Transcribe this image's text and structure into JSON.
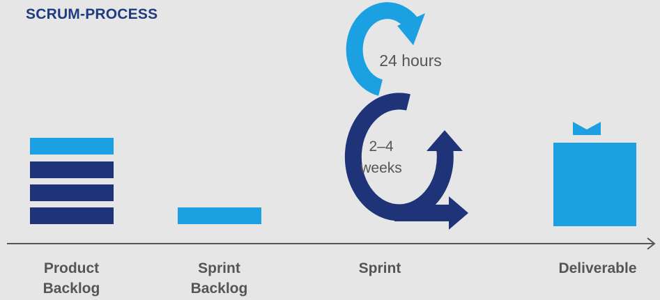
{
  "title": "SCRUM-PROCESS",
  "colors": {
    "light_blue": "#1ba1e2",
    "dark_blue": "#1f3478",
    "text_gray": "#555555",
    "background": "#e6e6e6"
  },
  "daily_cycle_label": "24 hours",
  "sprint_cycle_label": "2–4\nweeks",
  "stages": [
    {
      "label": "Product\nBacklog",
      "icon": "stacked-bars-icon"
    },
    {
      "label": "Sprint\nBacklog",
      "icon": "single-bar-icon"
    },
    {
      "label": "Sprint",
      "icon": "cycle-arrows-icon"
    },
    {
      "label": "Deliverable",
      "icon": "gift-box-icon"
    }
  ]
}
